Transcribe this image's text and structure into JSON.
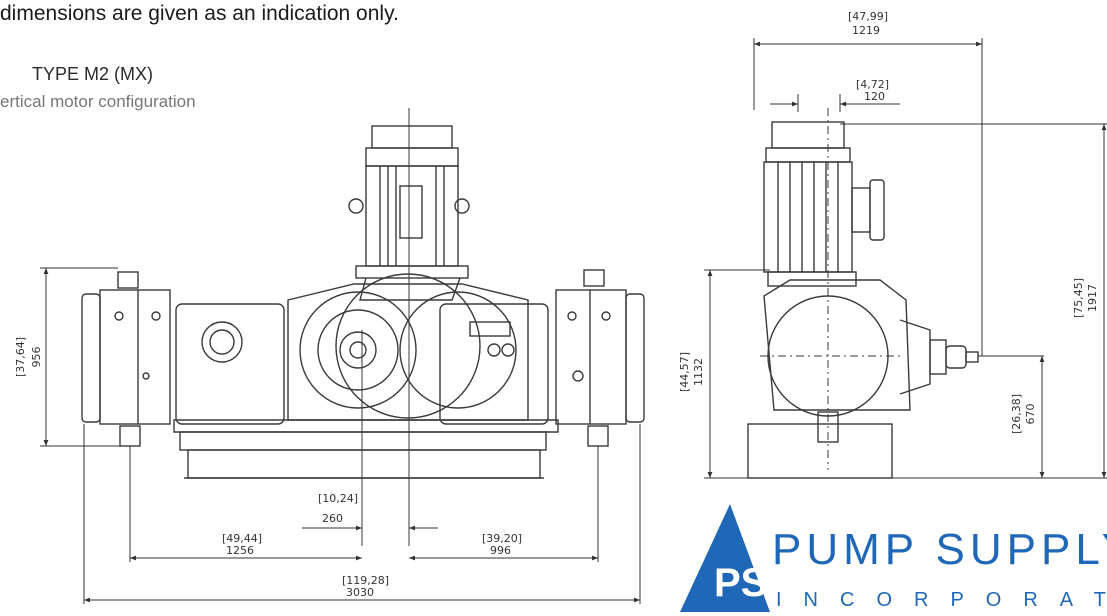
{
  "header": {
    "note": "dimensions are given as an indication only.",
    "model": "TYPE M2 (MX)",
    "configuration": "ertical motor configuration"
  },
  "dimensions": {
    "front": {
      "height_in": "[37,64]",
      "height_mm": "956",
      "offset_in": "[10,24]",
      "offset_mm": "260",
      "left_in": "[49,44]",
      "left_mm": "1256",
      "right_in": "[39,20]",
      "right_mm": "996",
      "total_in": "[119,28]",
      "total_mm": "3030"
    },
    "side": {
      "width_in": "[47,99]",
      "width_mm": "1219",
      "offset_in": "[4,72]",
      "offset_mm": "120",
      "height_in": "[44,57]",
      "height_mm": "1132",
      "axis_in": "[26,38]",
      "axis_mm": "670",
      "total_in": "[75,45]",
      "total_mm": "1917"
    }
  },
  "logo": {
    "top_text": "PUMP SUPPLY",
    "bottom_text": "INCORPORATED",
    "monogram": "PS"
  },
  "colors": {
    "brand_blue": "#1f68b8",
    "line": "#3a3a3a"
  }
}
